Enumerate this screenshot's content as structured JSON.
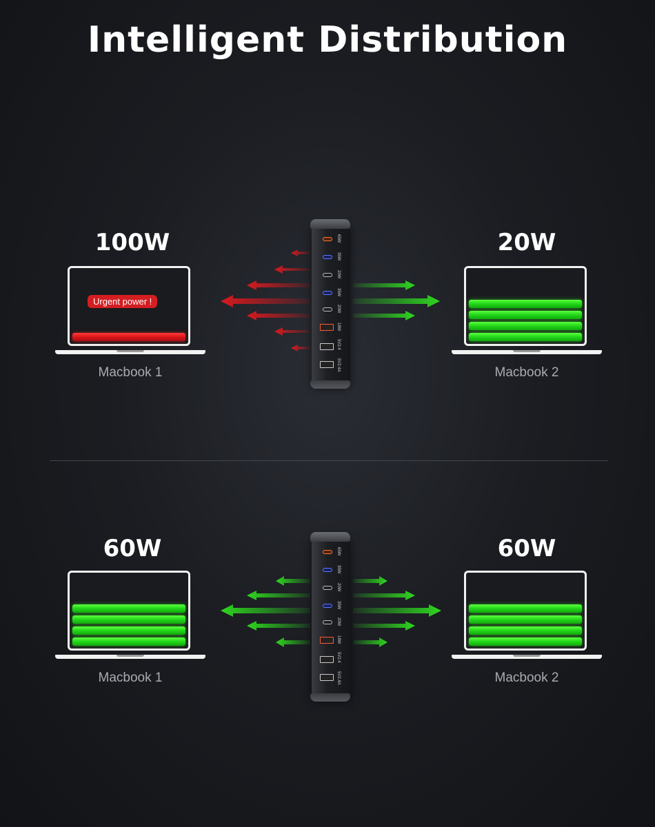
{
  "title": "Intelligent Distribution",
  "scenarios": [
    {
      "left": {
        "watt": "100W",
        "label": "Macbook 1",
        "bars": 1,
        "color": "red",
        "alert": "Urgent power !"
      },
      "right": {
        "watt": "20W",
        "label": "Macbook 2",
        "bars": 4,
        "color": "green"
      }
    },
    {
      "left": {
        "watt": "60W",
        "label": "Macbook 1",
        "bars": 4,
        "color": "green"
      },
      "right": {
        "watt": "60W",
        "label": "Macbook 2",
        "bars": 4,
        "color": "green"
      }
    }
  ],
  "charger_ports": [
    "65W",
    "35W",
    "20W",
    "35W",
    "20W",
    "18W",
    "5V2.4",
    "5V2.4A"
  ],
  "colors": {
    "green": "#2fe01f",
    "red": "#e0191e",
    "background": "#1b1d22"
  }
}
